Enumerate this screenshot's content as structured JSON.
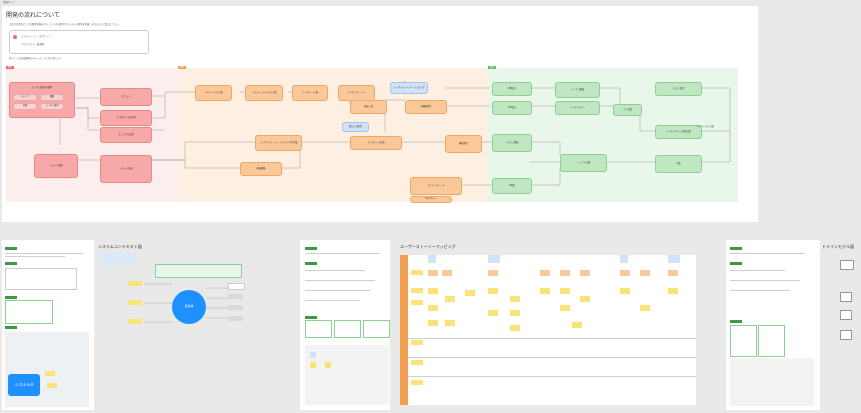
{
  "board": {
    "tag": "開発ボード"
  },
  "dev_flow": {
    "title": "開発の流れについて",
    "intro": "大まかな流れとしては要求定義を行い、ビジネス要件からシステム要件を定義しそれに沿って設計していく。",
    "legend_1": "イテレーション / スプリント",
    "legend_2": "アウトプット / 成果物",
    "note": "各フェーズの成果物はドキュメントにまとめていく",
    "phase_1": "要求",
    "phase_2": "要件",
    "phase_3": "設計",
    "nodes": {
      "p1": "ビジネス要求の整理",
      "p2": "ペルソナ",
      "p3": "課題",
      "p4": "目標",
      "p5": "ユーザー要求",
      "p6": "ビジョン",
      "p7": "プロダクトの方向性",
      "p8": "スコープの定義",
      "p9": "ドメイン知識",
      "p10": "リリース計画",
      "o1": "ドメイン モデル図",
      "o2": "システム コンテキスト図",
      "o3": "ユースケース 図",
      "o4": "ユーザーストーリー",
      "o5": "ユーザーストーリー マッピング",
      "o6": "画面一覧",
      "o7": "非機能要件",
      "o8": "受け入れ条件",
      "o9": "ユーザーストーリー マッピングの作成",
      "o10": "ユースケース記述",
      "o11": "機能要件",
      "o12": "画面遷移",
      "o13": "ワイヤーフレーム",
      "o14": "UIデザイン",
      "g1": "DB設計",
      "g2": "API設計",
      "g3": "システム構成",
      "g4": "ER図",
      "g5": "インフラ構成",
      "g6": "アーキテクチャ",
      "g7": "クラス図",
      "g8": "シーケンス図",
      "g9": "テスト設計",
      "g10": "アーキテクチャ 決定記録",
      "g11": "実装",
      "b1": "ドメインモデル図"
    }
  },
  "context_doc": {
    "title": "システムコンテキスト図",
    "center": "自治体",
    "system": "システムA"
  },
  "story_doc": {
    "title": "ユーザーストーリーマッピング"
  },
  "domain_doc": {
    "title": "ドメインモデル図"
  }
}
